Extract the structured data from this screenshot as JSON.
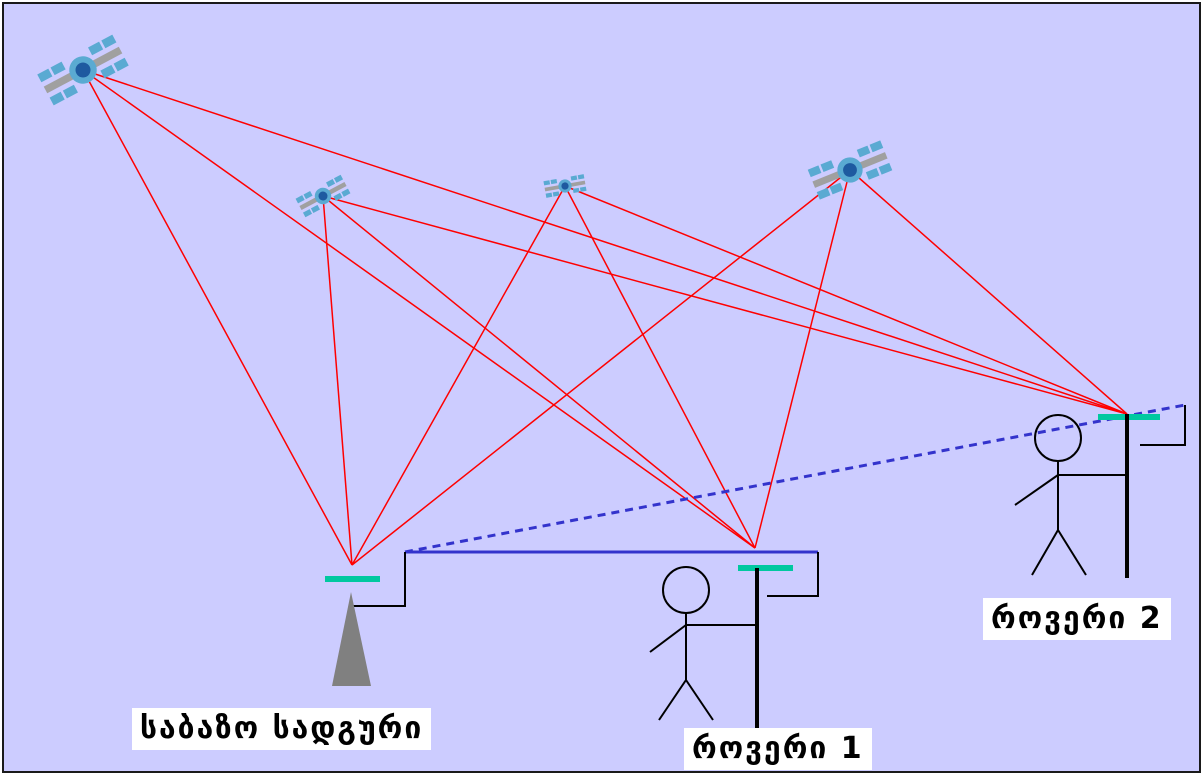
{
  "labels": {
    "base_station": "საბაზო სადგური",
    "rover_1": "როვერი 1",
    "rover_2": "როვერი 2"
  },
  "colors": {
    "background": "#ccccff",
    "border": "#1a1a1a",
    "signal_lines": "#ff0000",
    "baseline": "#3333cc",
    "antenna": "#00c8a0",
    "tripod": "#808080",
    "satellite_body": "#1e5aa0",
    "satellite_panel": "#5aaad2",
    "satellite_arm": "#a0a0a0"
  },
  "elements": {
    "satellites": [
      "satellite-1",
      "satellite-2",
      "satellite-3",
      "satellite-4"
    ],
    "receivers": [
      "base-station",
      "rover-1",
      "rover-2"
    ]
  }
}
